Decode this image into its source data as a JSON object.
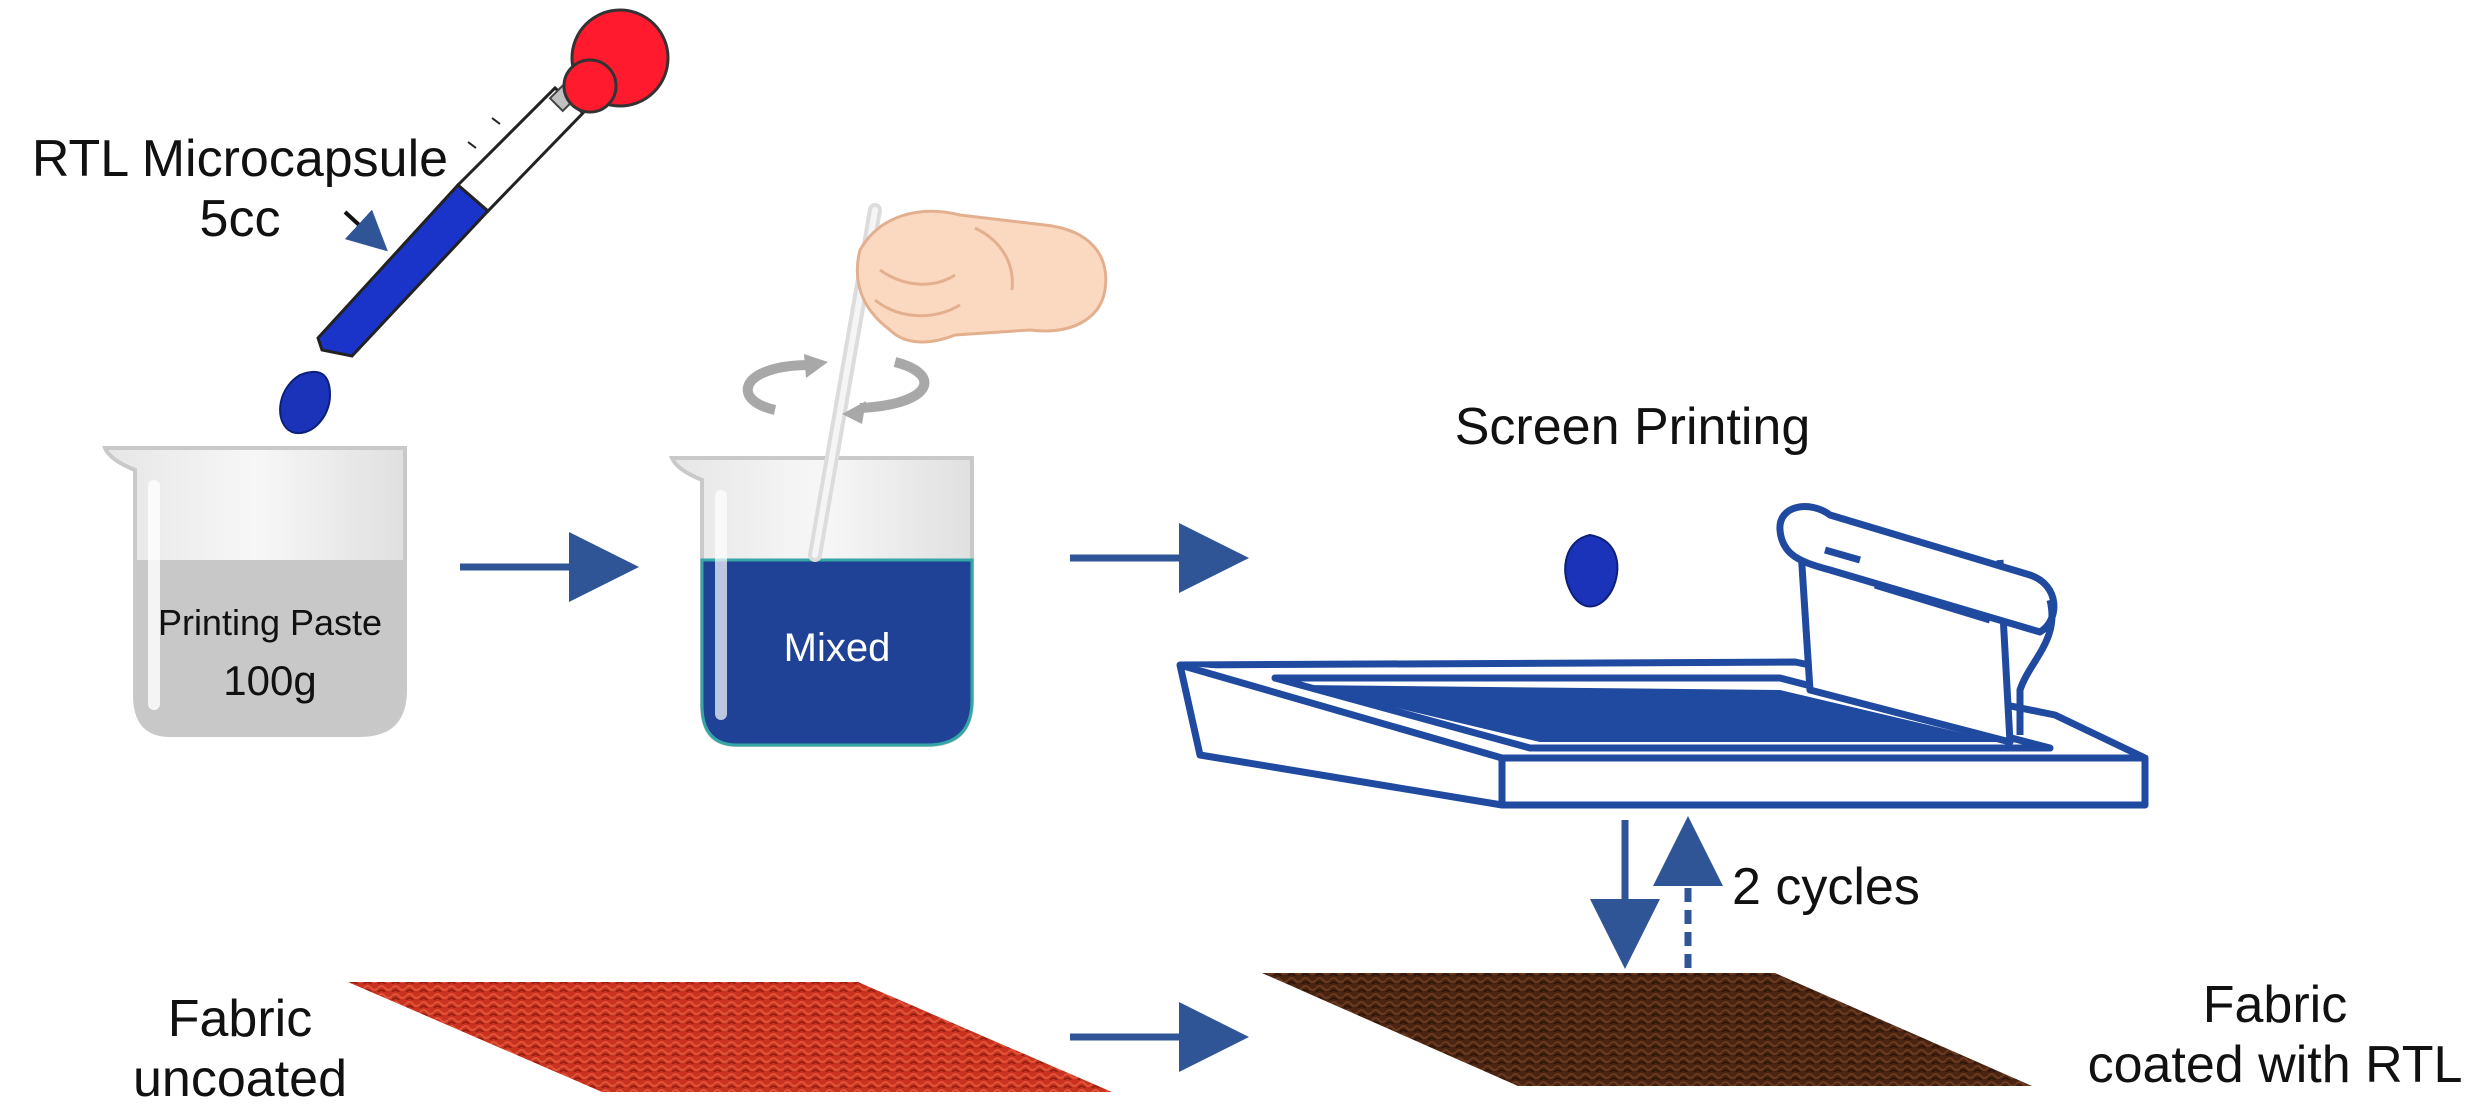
{
  "labels": {
    "microcapsule_line1": "RTL Microcapsule",
    "microcapsule_line2": "5cc",
    "paste_name": "Printing Paste",
    "paste_amount": "100g",
    "mixed": "Mixed",
    "screen_printing": "Screen Printing",
    "cycles": "2 cycles",
    "fabric_uncoated_line1": "Fabric",
    "fabric_uncoated_line2": "uncoated",
    "fabric_coated_line1": "Fabric",
    "fabric_coated_line2": "coated with RTL"
  },
  "colors": {
    "arrow": "#2f5597",
    "rtl_blue": "#1f3fa8",
    "dropper_bulb": "#ff1a2e",
    "paste_gray": "#c8c8c8",
    "mixed_blue": "#1f4296",
    "screen_outline": "#1f4aa0",
    "fabric_uncoated": "#c8321f",
    "fabric_coated": "#4a2412"
  },
  "icons": [
    "dropper-icon",
    "drop-icon",
    "beaker-icon",
    "hand-icon",
    "stir-rod-icon",
    "rotation-icon",
    "screen-frame-icon",
    "squeegee-icon",
    "fabric-swatch-icon"
  ]
}
